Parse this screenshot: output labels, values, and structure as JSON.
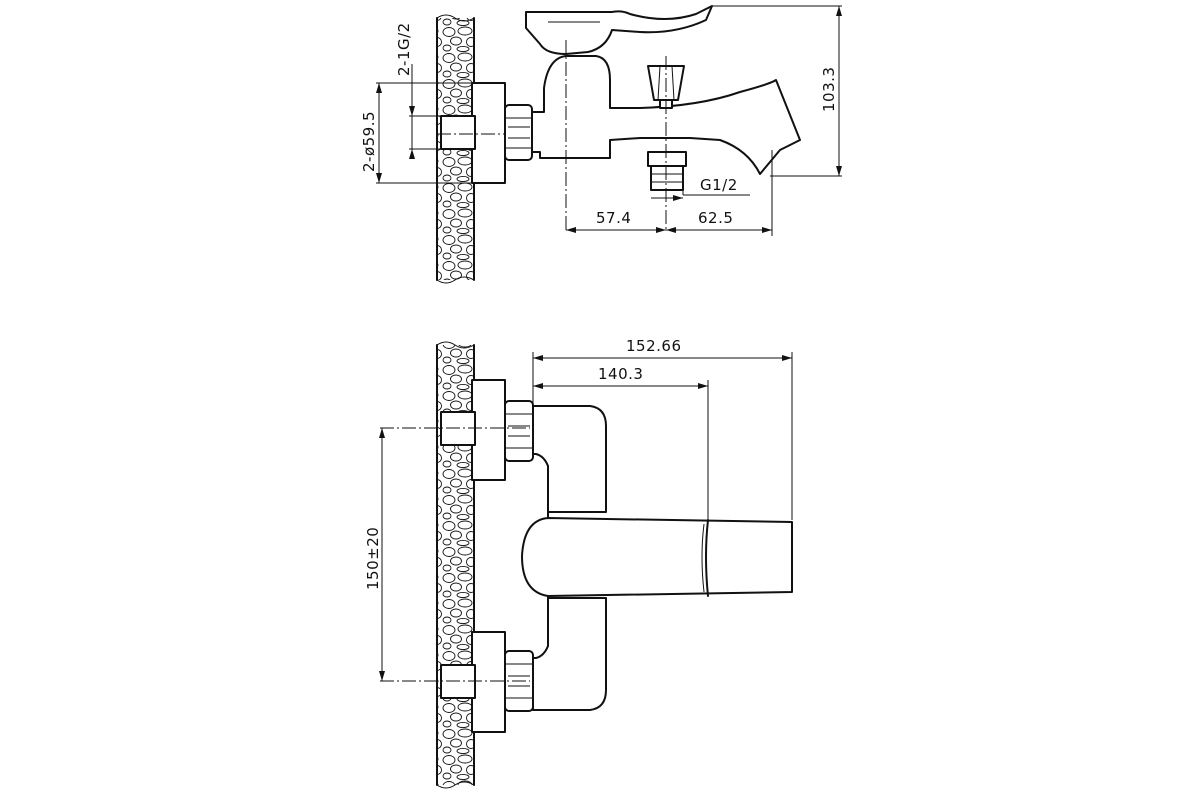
{
  "side_view": {
    "thread_label": "2-1G/2",
    "diameter_label": "2-ø59.5",
    "height_label": "103.3",
    "outlet_thread_label": "G1/2",
    "left_offset_label": "57.4",
    "right_offset_label": "62.5"
  },
  "front_view": {
    "overall_length_label": "152.66",
    "handle_length_label": "140.3",
    "center_distance_label": "150±20"
  }
}
